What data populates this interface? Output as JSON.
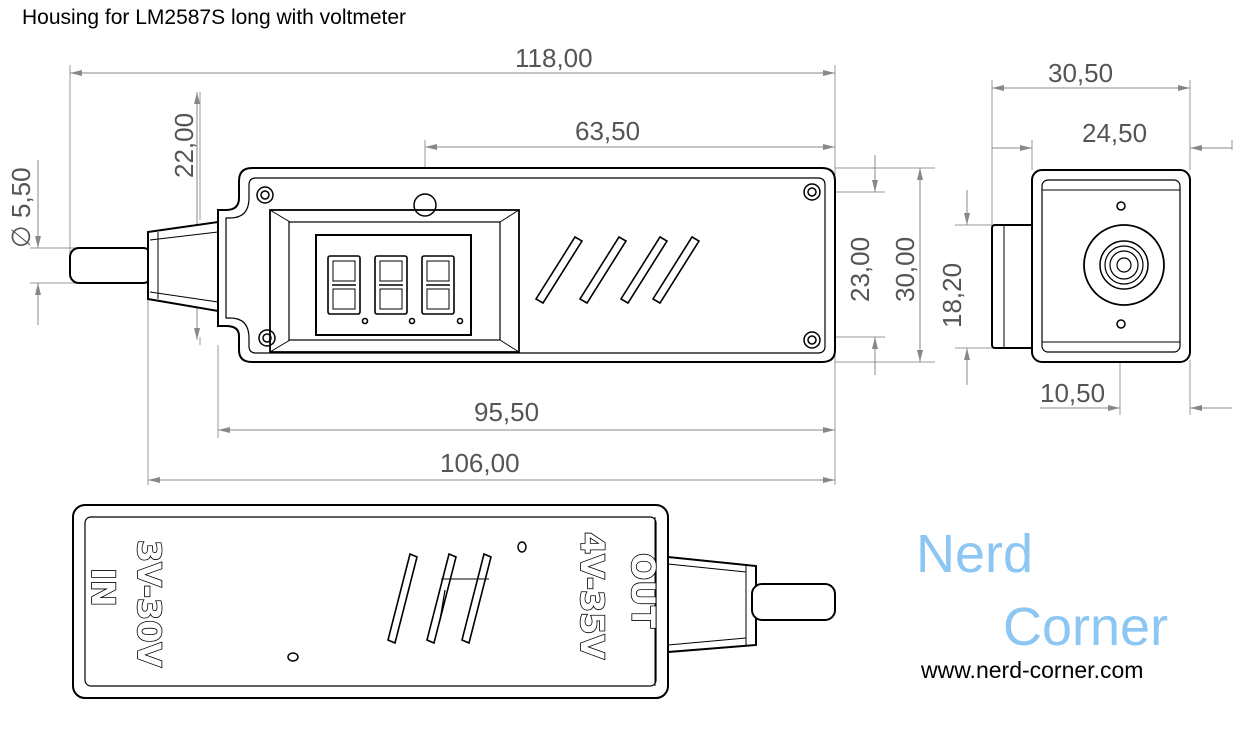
{
  "title": "Housing for LM2587S long with voltmeter",
  "brand": {
    "line1": "Nerd",
    "line2": "Corner",
    "url": "www.nerd-corner.com",
    "color": "#8cc6f2"
  },
  "dimensions": {
    "total_length": "118,00",
    "display_offset": "63,50",
    "height_left": "22,00",
    "pin_diameter": "5,50",
    "inner_height": "23,00",
    "outer_height": "30,00",
    "body_length": "95,50",
    "length_with_nozzle": "106,00",
    "side_depth": "30,50",
    "side_inner_depth": "24,50",
    "side_height": "18,20",
    "side_offset": "10,50",
    "diameter_symbol": "∅"
  },
  "display": {
    "digits": [
      "8",
      "8",
      "8"
    ]
  },
  "labels": {
    "input_line1": "IN",
    "input_line2": "3V-30V",
    "output_line1": "OUT",
    "output_line2": "4V-35V"
  }
}
